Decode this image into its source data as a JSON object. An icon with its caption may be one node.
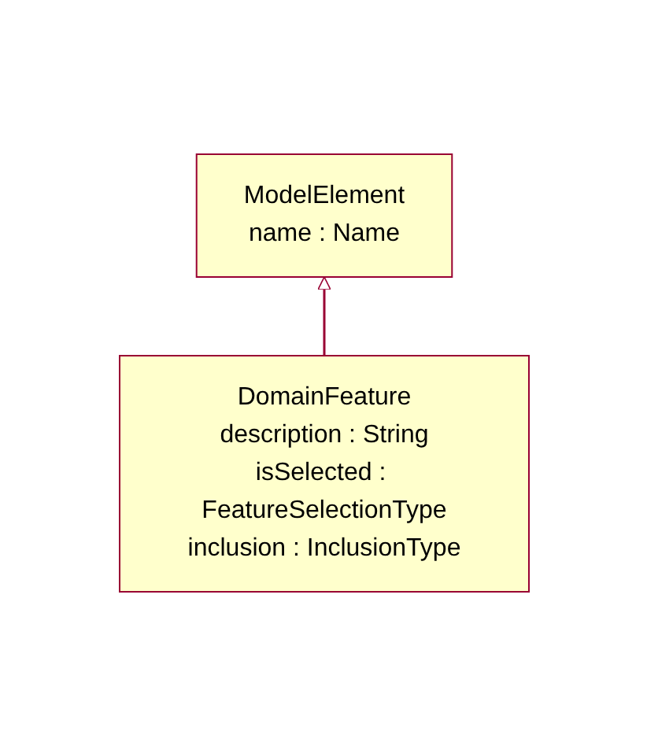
{
  "diagram": {
    "nodes": [
      {
        "text": [
          "ModelElement",
          "name : Name"
        ]
      },
      {
        "text": [
          "DomainFeature",
          "description : String",
          "isSelected : FeatureSelectionType",
          "inclusion : InclusionType"
        ]
      }
    ],
    "edges": [
      {
        "from": 1,
        "to": 0,
        "arrow": "to"
      }
    ]
  }
}
